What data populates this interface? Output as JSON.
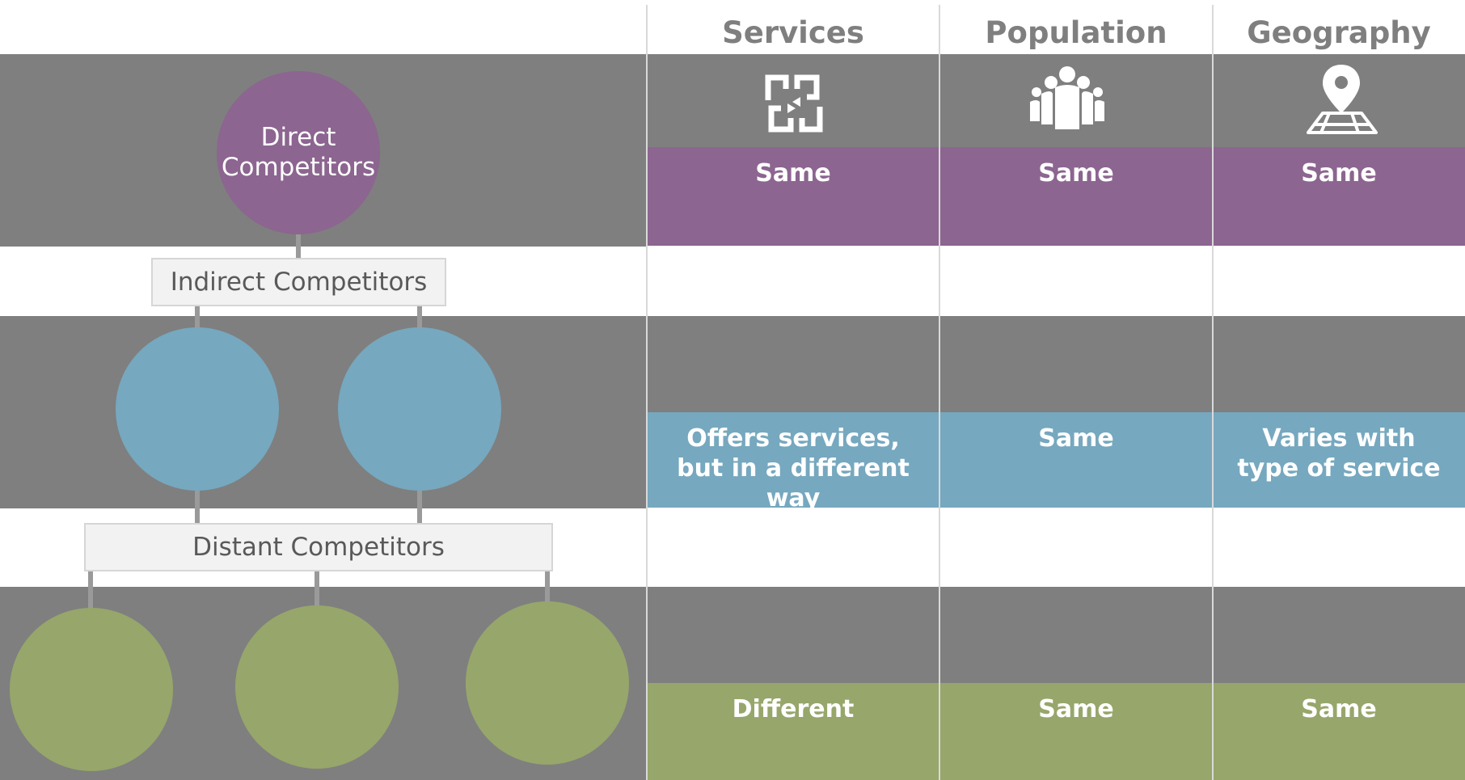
{
  "columns": {
    "services": "Services",
    "population": "Population",
    "geography": "Geography"
  },
  "icons": {
    "services": "exchange-arrows-icon",
    "population": "people-group-icon",
    "geography": "map-pin-icon"
  },
  "tiers": {
    "direct": {
      "label": "Direct Competitors",
      "services": "Same",
      "population": "Same",
      "geography": "Same",
      "color": "#8c6590"
    },
    "indirect": {
      "label": "Indirect Competitors",
      "services": "Offers services, but in a different way",
      "population": "Same",
      "geography": "Varies with type of service",
      "color": "#76a8bf"
    },
    "distant": {
      "label": "Distant Competitors",
      "services": "Different",
      "population": "Same",
      "geography": "Same",
      "color": "#97a66b"
    }
  },
  "colors": {
    "band_gray": "#7f7f7f",
    "header_text": "#7f7f7f",
    "label_box_bg": "#f2f2f2",
    "label_text": "#595959"
  }
}
